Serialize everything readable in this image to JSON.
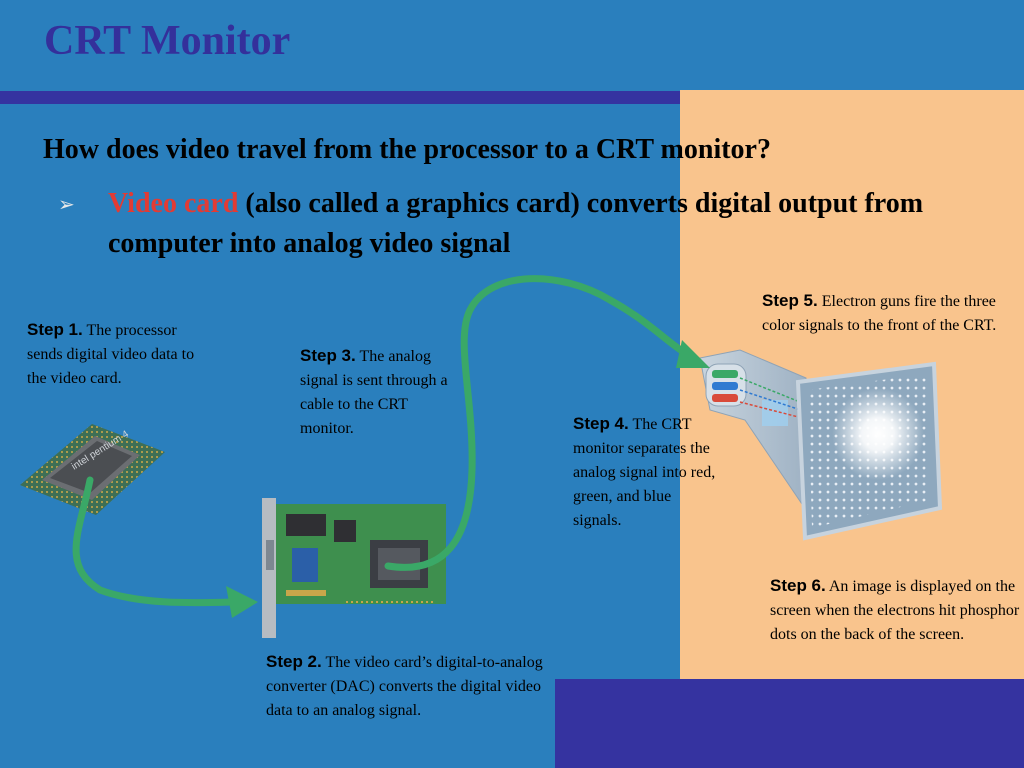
{
  "slide": {
    "title": "CRT Monitor",
    "question": "How does video travel from the processor to a CRT monitor?",
    "bullet": {
      "highlight": "Video card",
      "text": " (also called a graphics card) converts digital output from computer into analog video signal"
    }
  },
  "steps": [
    {
      "label": "Step 1.",
      "text": " The processor sends digital video data to the video card."
    },
    {
      "label": "Step 2.",
      "text": " The video card’s digital-to-analog converter (DAC) converts the digital video data to an analog signal."
    },
    {
      "label": "Step 3.",
      "text": " The analog signal is sent through a cable to the CRT monitor."
    },
    {
      "label": "Step 4.",
      "text": " The CRT monitor separates the analog signal into red, green, and blue signals."
    },
    {
      "label": "Step 5.",
      "text": " Electron guns fire the three color signals to the front of the CRT."
    },
    {
      "label": "Step 6.",
      "text": " An image is displayed on the screen when the electrons hit phosphor dots on the back of the screen."
    }
  ],
  "images": {
    "processor": "processor-chip-image",
    "video_card": "video-card-image",
    "crt": "crt-tube-image"
  },
  "colors": {
    "background": "#2a7fbd",
    "panel": "#f9c48d",
    "band": "#3533a0",
    "title": "#34309b",
    "highlight": "#e23b34",
    "arrow": "#3aa867"
  }
}
